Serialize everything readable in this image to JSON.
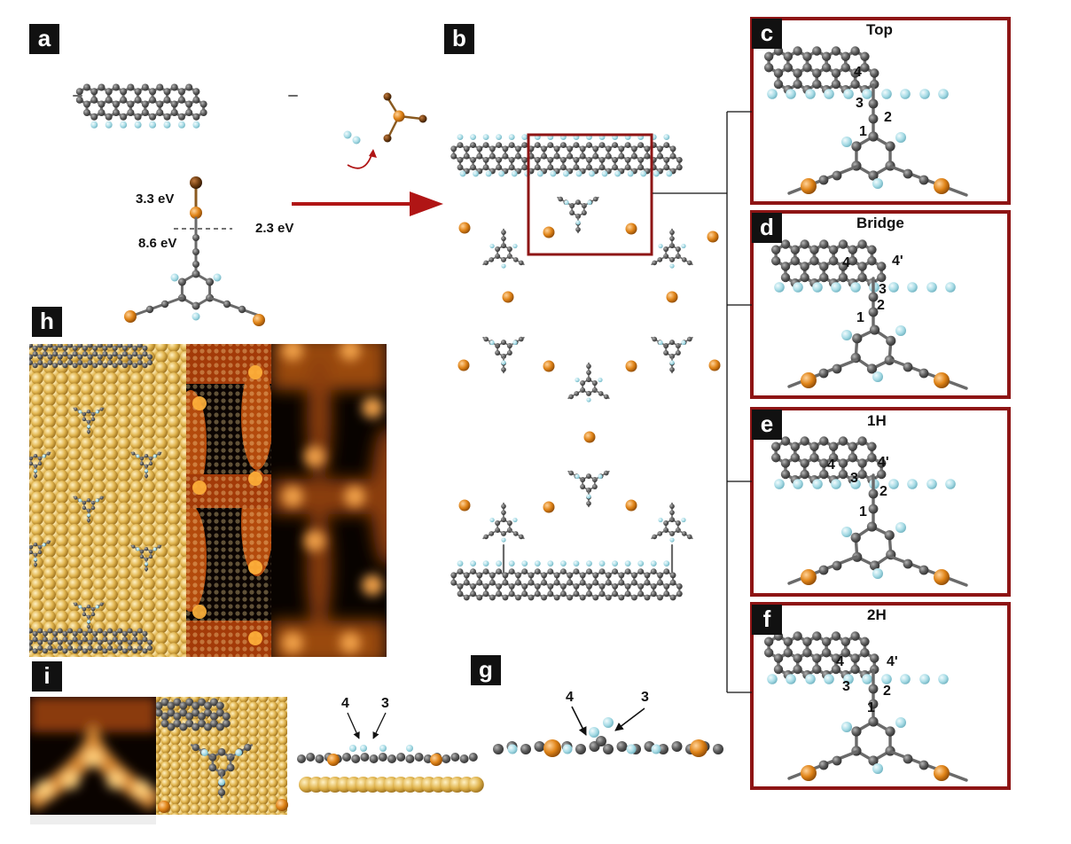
{
  "panels": {
    "a": {
      "label": "a",
      "energies": {
        "top": "3.3 eV",
        "bottom": "8.6 eV",
        "side": "2.3 eV"
      }
    },
    "b": {
      "label": "b"
    },
    "c": {
      "label": "c",
      "title": "Top",
      "atoms": [
        "4",
        "3",
        "2",
        "1"
      ]
    },
    "d": {
      "label": "d",
      "title": "Bridge",
      "atoms": [
        "4",
        "4'",
        "3",
        "2",
        "1"
      ]
    },
    "e": {
      "label": "e",
      "title": "1H",
      "atoms": [
        "4",
        "4'",
        "3",
        "2",
        "1"
      ]
    },
    "f": {
      "label": "f",
      "title": "2H",
      "atoms": [
        "4",
        "4'",
        "3",
        "2",
        "1"
      ]
    },
    "g": {
      "label": "g",
      "arrows": [
        "4",
        "3"
      ]
    },
    "h": {
      "label": "h"
    },
    "i": {
      "label": "i",
      "arrows": [
        "4",
        "3"
      ]
    }
  },
  "colors": {
    "carbon": "#5c5c5c",
    "hydrogen": "#a8dce6",
    "copper": "#e08418",
    "bromine": "#6b3a0e",
    "gold": "#e0b44e",
    "frame": "#8e1515",
    "arrow": "#b01515"
  }
}
